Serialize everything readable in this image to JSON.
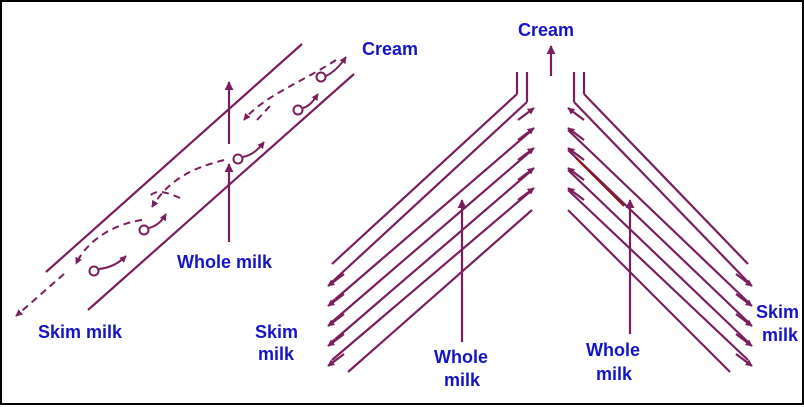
{
  "colors": {
    "line": "#7a1f5c",
    "label": "#1515c8",
    "accent": "#8b1a1a",
    "border": "#000000"
  },
  "left_panel": {
    "cream_label": "Cream",
    "whole_milk_label": "Whole milk",
    "skim_milk_label": "Skim milk"
  },
  "right_panel": {
    "cream_label": "Cream",
    "skim_left_line1": "Skim",
    "skim_left_line2": "milk",
    "whole_left_line1": "Whole",
    "whole_left_line2": "milk",
    "whole_right_line1": "Whole",
    "whole_right_line2": "milk",
    "skim_right_line1": "Skim",
    "skim_right_line2": "milk"
  }
}
